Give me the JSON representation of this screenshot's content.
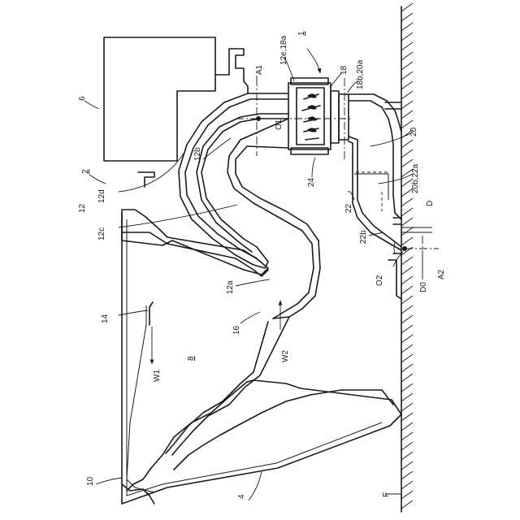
{
  "figure": {
    "labels": {
      "ref_1": "1",
      "ref_2": "2",
      "ref_4": "4",
      "ref_6": "6",
      "ref_8": "8",
      "ref_10": "10",
      "ref_12": "12",
      "ref_12a": "12a",
      "ref_12b": "12b",
      "ref_12c": "12c",
      "ref_12d": "12d",
      "ref_12e_18a": "12e,18a",
      "ref_14": "14",
      "ref_16": "16",
      "ref_18": "18",
      "ref_18b_20a": "18b,20a",
      "ref_20": "20",
      "ref_20b_22a": "20b,22a",
      "ref_22": "22",
      "ref_22b": "22b",
      "ref_24": "24",
      "axis_A1": "A1",
      "axis_A2": "A2",
      "point_O1": "O1",
      "point_O2": "O2",
      "dim_D": "D",
      "dim_D0": "D0",
      "floor_F": "F",
      "flow_W1": "W1",
      "flow_W2": "W2"
    }
  }
}
